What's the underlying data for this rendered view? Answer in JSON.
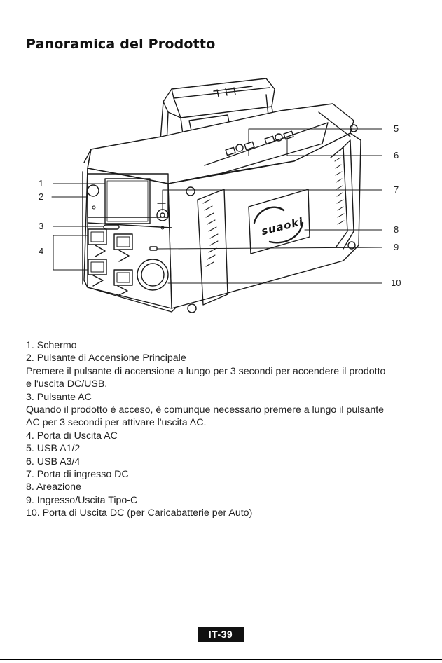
{
  "title": "Panoramica del Prodotto",
  "brand_logo_text": "suaoki",
  "callouts": {
    "c1": "1",
    "c2": "2",
    "c3": "3",
    "c4": "4",
    "c5": "5",
    "c6": "6",
    "c7": "7",
    "c8": "8",
    "c9": "9",
    "c10": "10"
  },
  "descriptions": [
    "1. Schermo",
    "2. Pulsante di Accensione Principale",
    "Premere il pulsante di accensione a lungo per 3 secondi per accendere il prodotto",
    "e l'uscita DC/USB.",
    "3. Pulsante AC",
    "Quando il prodotto è acceso, è comunque necessario premere a lungo il pulsante",
    "AC per 3 secondi per attivare l'uscita AC.",
    "4. Porta di Uscita AC",
    "5. USB A1/2",
    "6. USB A3/4",
    "7. Porta di ingresso DC",
    "8. Areazione",
    "9. Ingresso/Uscita Tipo-C",
    "10. Porta di Uscita DC (per Caricabatterie per Auto)"
  ],
  "page_number": "IT-39"
}
